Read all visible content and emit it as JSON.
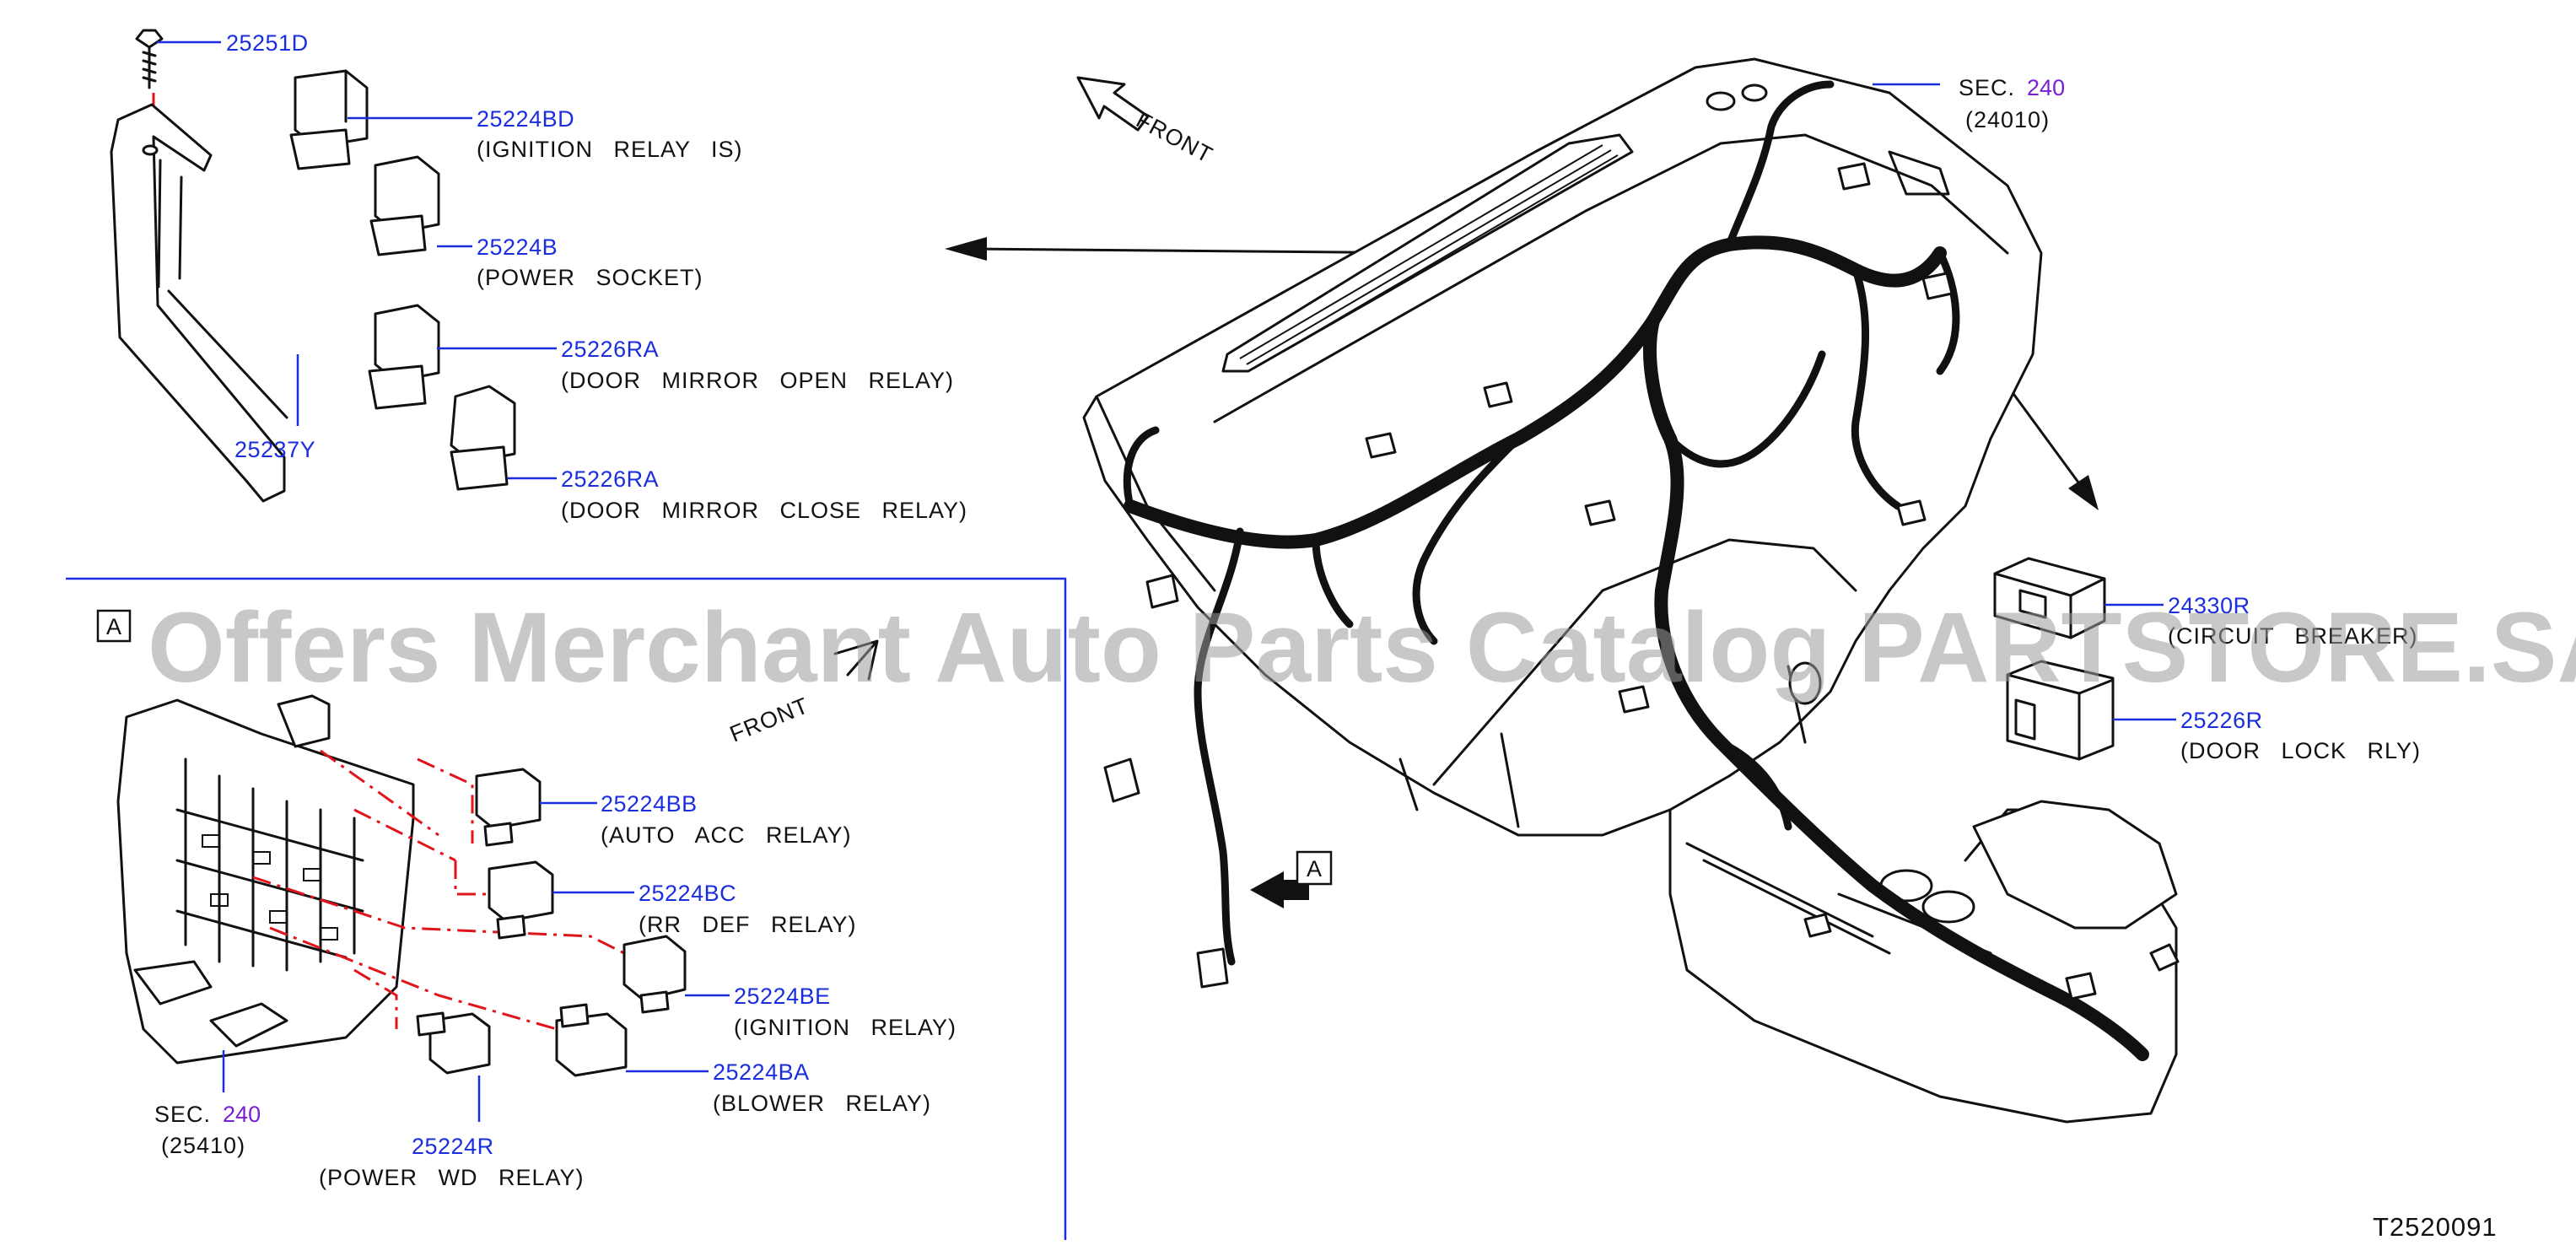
{
  "parts": [
    {
      "id": "p25251d",
      "number": "25251D",
      "desc": ""
    },
    {
      "id": "p25224bd",
      "number": "25224BD",
      "desc": "(IGNITION RELAY IS)"
    },
    {
      "id": "p25224b",
      "number": "25224B",
      "desc": "(POWER SOCKET)"
    },
    {
      "id": "p25226ra1",
      "number": "25226RA",
      "desc": "(DOOR MIRROR OPEN RELAY)"
    },
    {
      "id": "p25226ra2",
      "number": "25226RA",
      "desc": "(DOOR MIRROR CLOSE RELAY)"
    },
    {
      "id": "p25237y",
      "number": "25237Y",
      "desc": ""
    },
    {
      "id": "p24330r",
      "number": "24330R",
      "desc": "(CIRCUIT BREAKER)"
    },
    {
      "id": "p25226r",
      "number": "25226R",
      "desc": "(DOOR LOCK RLY)"
    },
    {
      "id": "p25224bb",
      "number": "25224BB",
      "desc": "(AUTO ACC RELAY)"
    },
    {
      "id": "p25224bc",
      "number": "25224BC",
      "desc": "(RR DEF RELAY)"
    },
    {
      "id": "p25224be",
      "number": "25224BE",
      "desc": "(IGNITION RELAY)"
    },
    {
      "id": "p25224ba",
      "number": "25224BA",
      "desc": "(BLOWER RELAY)"
    },
    {
      "id": "p25224r",
      "number": "25224R",
      "desc": "(POWER WD RELAY)"
    }
  ],
  "sections": [
    {
      "id": "sec24010",
      "prefix": "SEC.",
      "number": "240",
      "code": "(24010)"
    },
    {
      "id": "sec25410",
      "prefix": "SEC.",
      "number": "240",
      "code": "(25410)"
    }
  ],
  "labels": {
    "front_top": "FRONT",
    "front_inset": "FRONT",
    "detail_marker": "A",
    "detail_callout": "A",
    "diagram_code": "T2520091",
    "watermark": "Offers Merchant Auto Parts Catalog PARTSTORE.SA"
  },
  "colors": {
    "part_number": "#1a2ee0",
    "section_number": "#7a1fd6",
    "phantom_line": "#e0141a",
    "ink": "#111111"
  }
}
